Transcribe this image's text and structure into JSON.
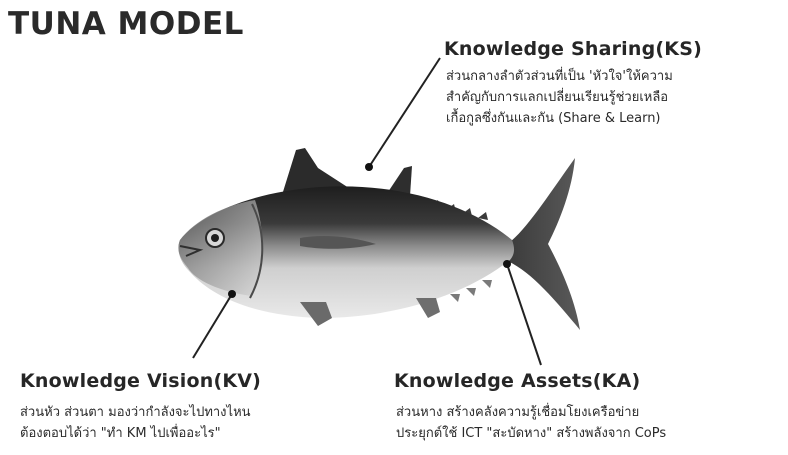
{
  "title": "TUNA MODEL",
  "labels": {
    "ks": {
      "heading": "Knowledge Sharing(KS)",
      "lines": [
        "ส่วนกลางลำตัวส่วนที่เป็น 'หัวใจ'ให้ความ",
        "สำคัญกับการแลกเปลี่ยนเรียนรู้ช่วยเหลือ",
        "เกื้อกูลซึ่งกันและกัน (Share & Learn)"
      ]
    },
    "kv": {
      "heading": "Knowledge Vision(KV)",
      "lines": [
        "ส่วนหัว ส่วนตา มองว่ากำลังจะไปทางไหน",
        "ต้องตอบได้ว่า \"ทำ KM ไปเพื่ออะไร\""
      ]
    },
    "ka": {
      "heading": "Knowledge Assets(KA)",
      "lines": [
        "ส่วนหาง สร้างคลังความรู้เชื่อมโยงเครือข่าย",
        "ประยุกต์ใช้ ICT \"สะบัดหาง\" สร้างพลังจาก CoPs"
      ]
    }
  },
  "icons": {
    "fish": "tuna-fish-illustration"
  }
}
